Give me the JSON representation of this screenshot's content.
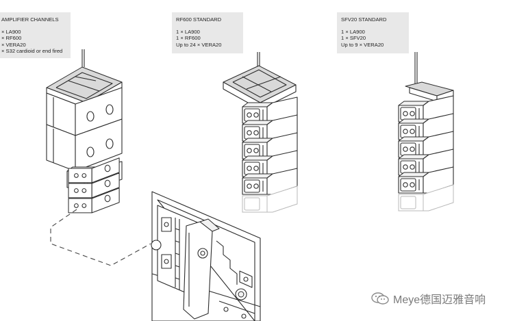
{
  "panels": {
    "amplifier": {
      "title": "AMPLIFIER CHANNELS",
      "lines": [
        "× LA900",
        "× RF600",
        "× VERA20",
        "× S32 cardioid or end fired"
      ]
    },
    "rf600": {
      "title": "RF600 STANDARD",
      "lines": [
        "1 × LA900",
        "1 × RF600",
        "Up to 24 × VERA20"
      ]
    },
    "sfv20": {
      "title": "SFV20 STANDARD",
      "lines": [
        "1 × LA900",
        "1 × SFV20",
        "Up to 9 × VERA20"
      ]
    }
  },
  "watermark": {
    "text": "Meye德国迈雅音响",
    "icon": "wechat-logo-icon"
  },
  "colors": {
    "panel_bg": "#e8e8e8",
    "line": "#2a2a2a",
    "watermark": "#7a7a7a"
  }
}
